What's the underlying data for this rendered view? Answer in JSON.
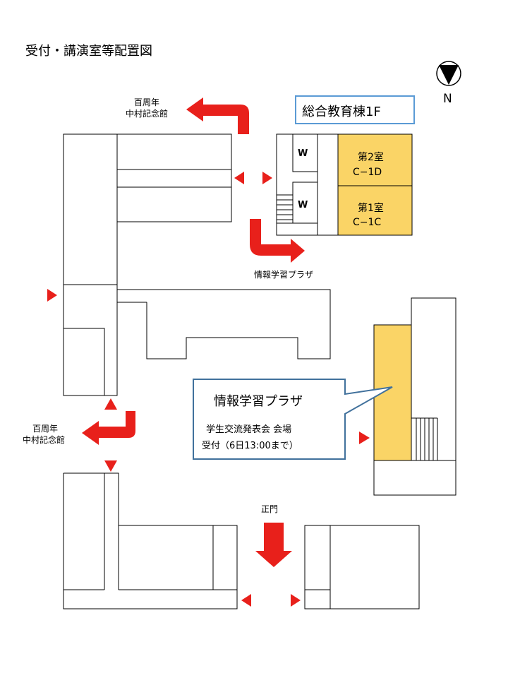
{
  "title": "受付・講演室等配置図",
  "compass": {
    "label": "N"
  },
  "building_label": "総合教育棟1F",
  "rooms": {
    "room2": {
      "name": "第2室",
      "code": "C−1D"
    },
    "room1": {
      "name": "第1室",
      "code": "C−1C"
    },
    "restroom": "W"
  },
  "labels": {
    "hyakushunen_top": [
      "百周年",
      "中村記念館"
    ],
    "hyakushunen_bottom": [
      "百周年",
      "中村記念館"
    ],
    "info_plaza_small": "情報学習プラザ",
    "main_gate": "正門"
  },
  "callout": {
    "title": "情報学習プラザ",
    "line1": "学生交流発表会  会場",
    "line2": "受付（6日13:00まで）"
  },
  "colors": {
    "room_fill": "#fad466",
    "arrow": "#e8201b",
    "callout_border": "#41719c",
    "building_label_border": "#5b9bd5"
  }
}
